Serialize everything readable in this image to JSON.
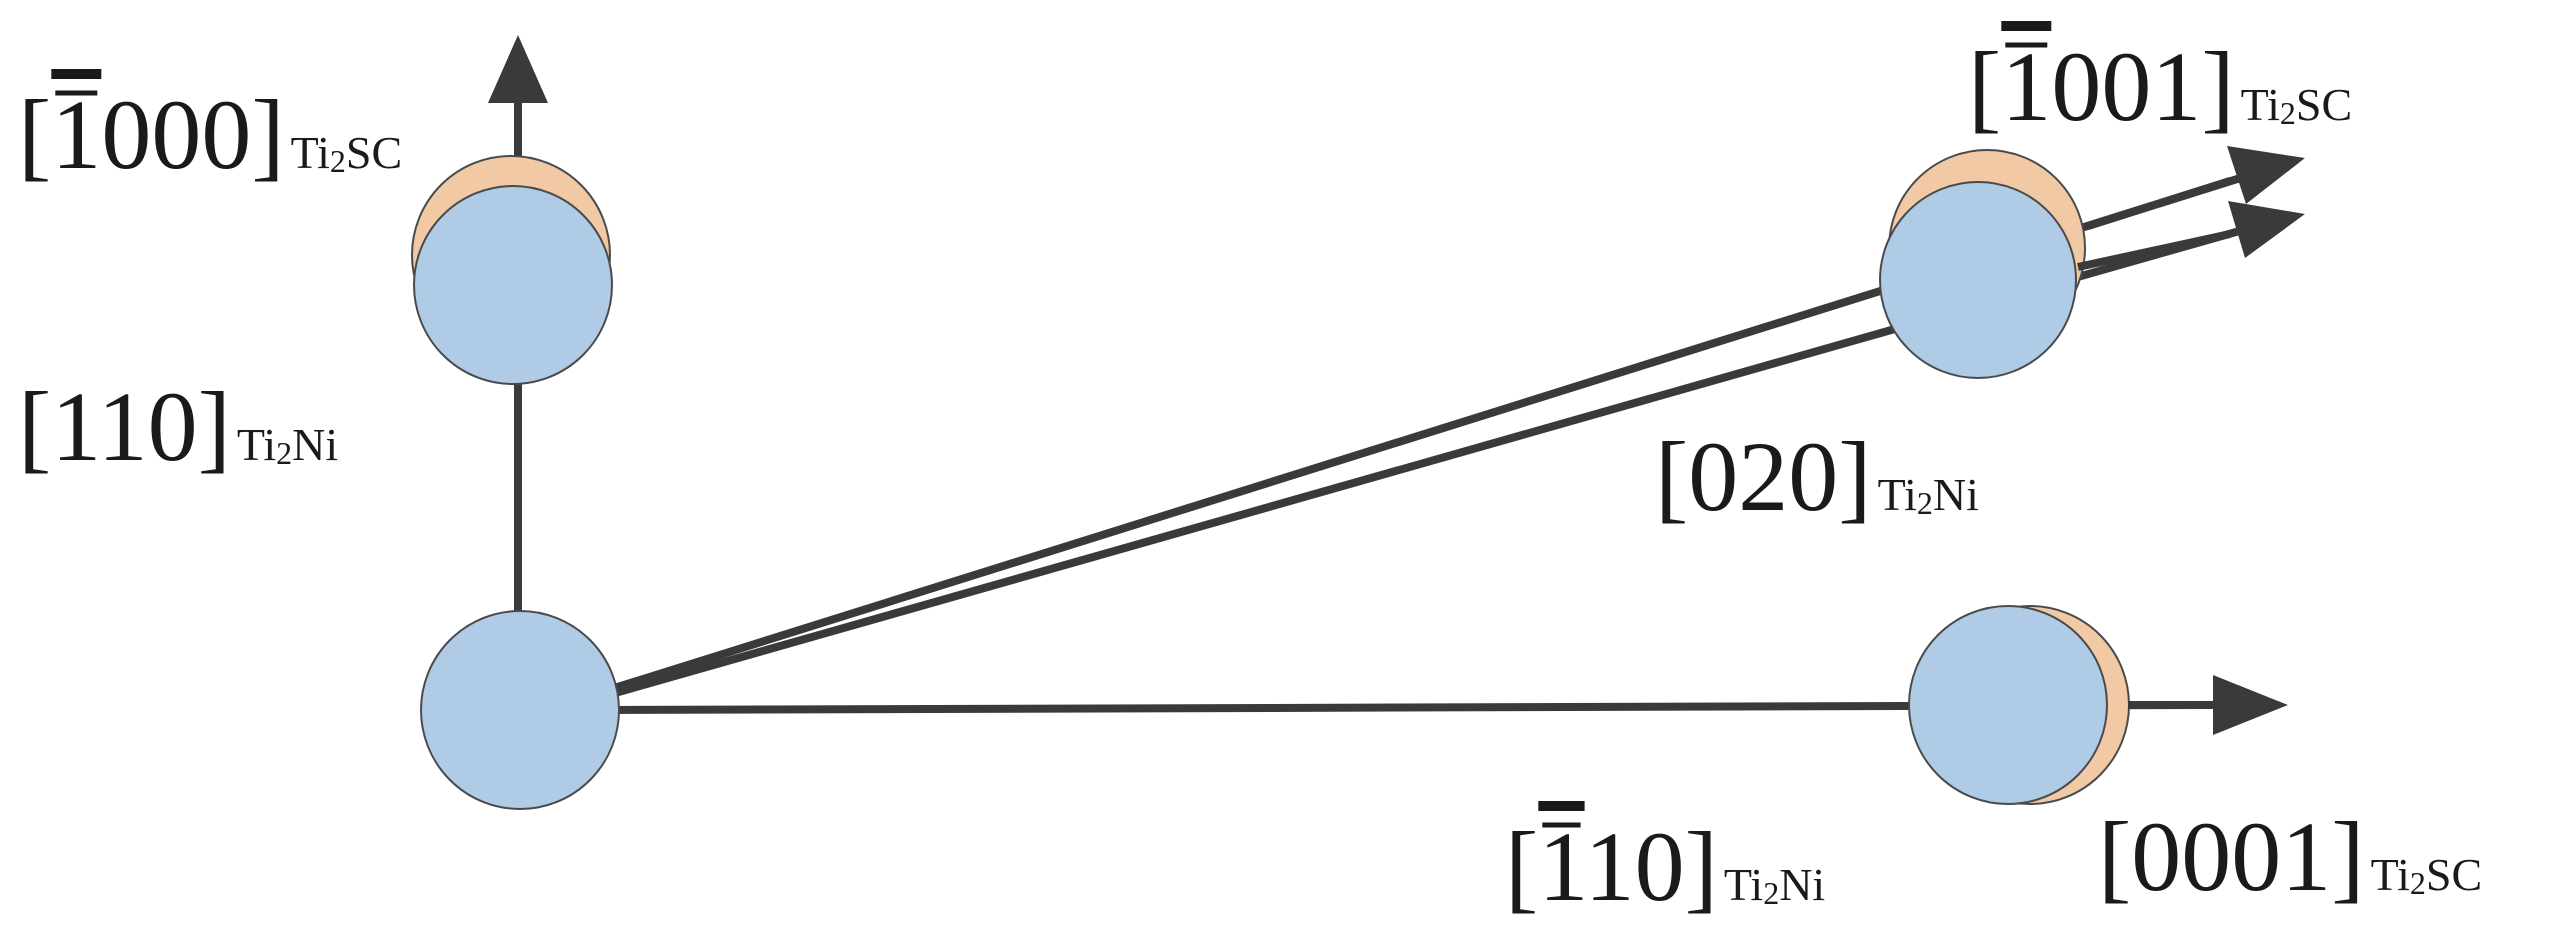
{
  "colors": {
    "spot_fill": "#b0cbe6",
    "spot_stroke": "#4a4a4a",
    "shadow_fill": "#f1c9a5",
    "arrow": "#3a3a3a",
    "text": "#1a1a1a"
  },
  "labels": {
    "top_left": {
      "open": "[",
      "bar_digit": "1",
      "rest": "000]",
      "sub_a": "Ti",
      "sub_n": "2",
      "sub_b": "SC"
    },
    "left_mid": {
      "main": "[110]",
      "sub_a": "Ti",
      "sub_n": "2",
      "sub_b": "Ni"
    },
    "top_right": {
      "open": "[",
      "bar_digit": "1",
      "rest": "001]",
      "sub_a": "Ti",
      "sub_n": "2",
      "sub_b": "SC"
    },
    "mid_right": {
      "main": "[020]",
      "sub_a": "Ti",
      "sub_n": "2",
      "sub_b": "Ni"
    },
    "bottom_mid": {
      "open": "[",
      "bar_digit": "1",
      "rest": "10]",
      "sub_a": "Ti",
      "sub_n": "2",
      "sub_b": "Ni"
    },
    "bottom_right": {
      "main": "[0001]",
      "sub_a": "Ti",
      "sub_n": "2",
      "sub_b": "SC"
    }
  }
}
